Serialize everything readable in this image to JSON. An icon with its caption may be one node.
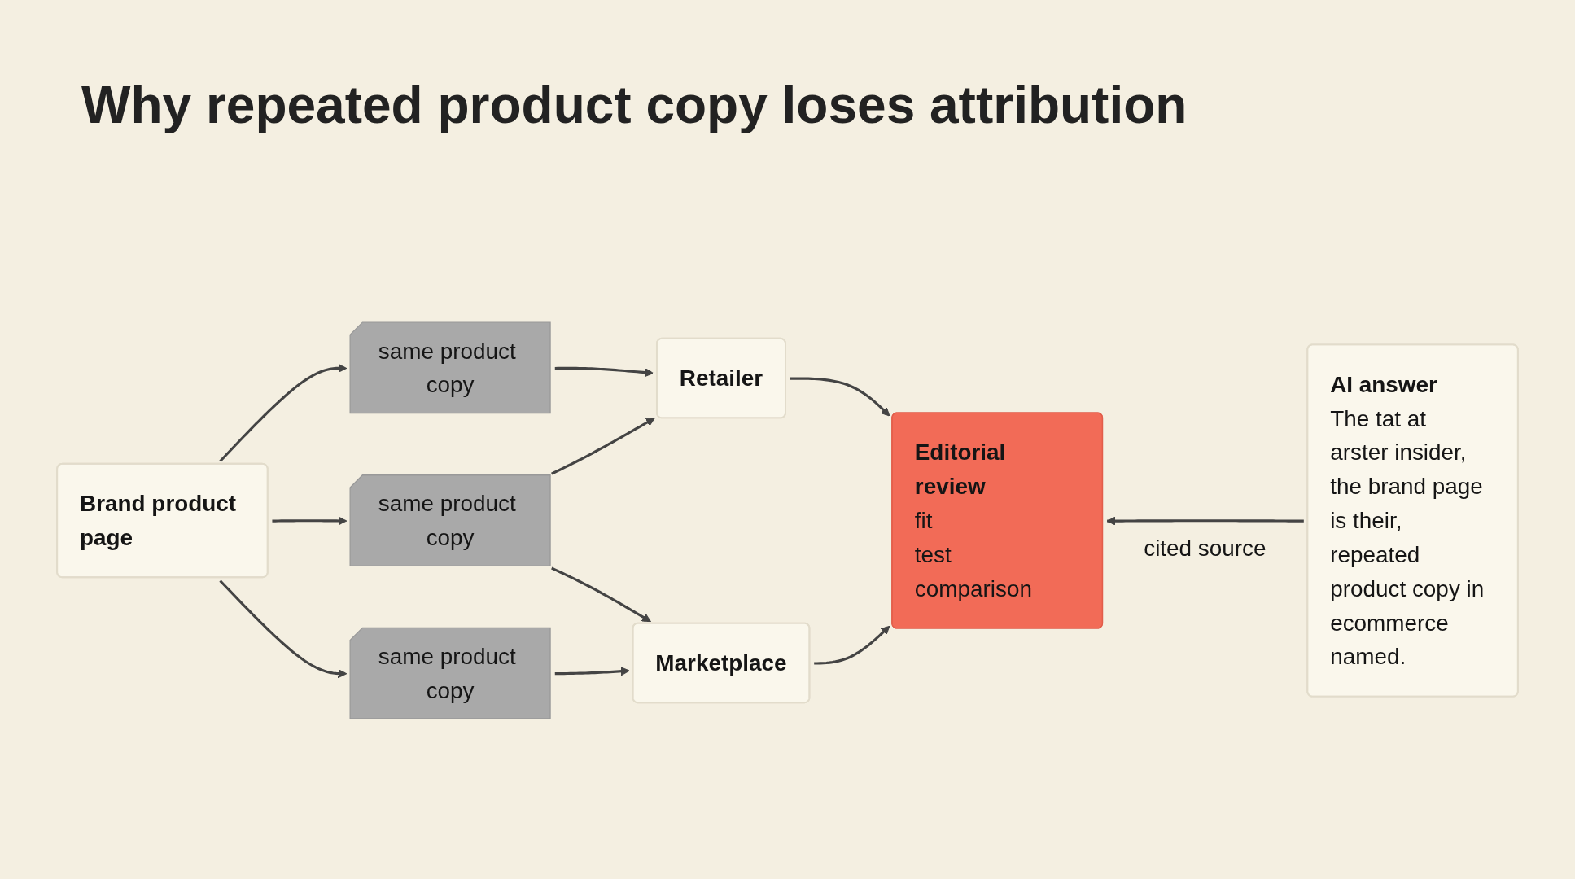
{
  "diagram": {
    "title": "Why repeated product copy loses attribution",
    "nodes": [
      {
        "text": [
          "Brand product page"
        ]
      },
      {
        "text": [
          "same product copy"
        ]
      },
      {
        "text": [
          "same product copy"
        ]
      },
      {
        "text": [
          "same product copy"
        ]
      },
      {
        "text": [
          "Retailer"
        ]
      },
      {
        "text": [
          "Marketplace"
        ]
      },
      {
        "text": [
          "Editorial review",
          "fit",
          "test",
          "comparison"
        ]
      },
      {
        "text": [
          "AI answer",
          "The tat at arster insider, the brand page is their, repeated product copy in ecommerce named."
        ]
      }
    ],
    "edges": [
      {
        "from": 0,
        "to": 1,
        "arrow": "to"
      },
      {
        "from": 0,
        "to": 2,
        "arrow": "to"
      },
      {
        "from": 0,
        "to": 3,
        "arrow": "to"
      },
      {
        "from": 1,
        "to": 4,
        "arrow": "to"
      },
      {
        "from": 2,
        "to": 4,
        "arrow": "to"
      },
      {
        "from": 2,
        "to": 5,
        "arrow": "to"
      },
      {
        "from": 3,
        "to": 5,
        "arrow": "to"
      },
      {
        "from": 4,
        "to": 6,
        "arrow": "to"
      },
      {
        "from": 5,
        "to": 6,
        "arrow": "to"
      },
      {
        "from": 7,
        "to": 6,
        "label": "cited source",
        "arrow": "to"
      }
    ]
  }
}
